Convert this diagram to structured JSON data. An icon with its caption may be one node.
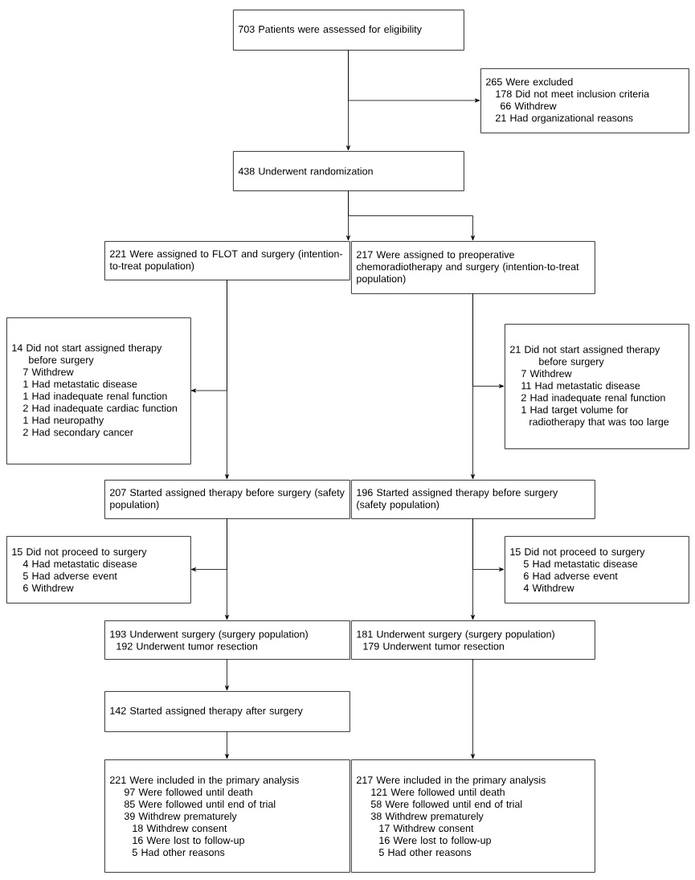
{
  "diagram": {
    "nodes": [
      {
        "text": [
          "703 Patients were assessed for eligibility"
        ]
      },
      {
        "text": [
          "265 Were excluded",
          "178 Did not meet inclusion criteria",
          "66 Withdrew",
          "21 Had organizational reasons"
        ]
      },
      {
        "text": [
          "438 Underwent randomization"
        ]
      },
      {
        "text": [
          "221 Were assigned to FLOT and surgery (intention-to-treat population)"
        ]
      },
      {
        "text": [
          "217 Were assigned to preoperative chemoradiotherapy and surgery (intention-to-treat population)"
        ]
      },
      {
        "text": [
          "14 Did not start assigned therapy before surgery",
          "7 Withdrew",
          "1 Had metastatic disease",
          "1 Had inadequate renal function",
          "2 Had inadequate cardiac function",
          "1 Had neuropathy",
          "2 Had secondary cancer"
        ]
      },
      {
        "text": [
          "21 Did not start assigned therapy before surgery",
          "7 Withdrew",
          "11 Had metastatic disease",
          "2 Had inadequate renal function",
          "1 Had target volume for radiotherapy that was too large"
        ]
      },
      {
        "text": [
          "207 Started assigned therapy before surgery (safety population)"
        ]
      },
      {
        "text": [
          "196 Started assigned therapy before surgery (safety population)"
        ]
      },
      {
        "text": [
          "15 Did not proceed to surgery",
          "4 Had metastatic disease",
          "5 Had adverse event",
          "6 Withdrew"
        ]
      },
      {
        "text": [
          "15 Did not proceed to surgery",
          "5 Had metastatic disease",
          "6 Had adverse event",
          "4 Withdrew"
        ]
      },
      {
        "text": [
          "193 Underwent surgery (surgery population)",
          "192 Underwent tumor resection"
        ]
      },
      {
        "text": [
          "181 Underwent surgery (surgery population)",
          "179 Underwent tumor resection"
        ]
      },
      {
        "text": [
          "142 Started assigned therapy after surgery"
        ]
      },
      {
        "text": [
          "221 Were included in the primary analysis",
          "97 Were followed until death",
          "85 Were followed until end of trial",
          "39 Withdrew prematurely",
          "18 Withdrew consent",
          "16 Were lost to follow-up",
          "5 Had other reasons"
        ]
      },
      {
        "text": [
          "217 Were included in the primary analysis",
          "121 Were followed until death",
          "58 Were followed until end of trial",
          "38 Withdrew prematurely",
          "17 Withdrew consent",
          "16 Were lost to follow-up",
          "5 Had other reasons"
        ]
      }
    ],
    "edges": [
      {
        "from": 0,
        "to": 2,
        "arrow": "to"
      },
      {
        "from": 0,
        "to": 1,
        "arrow": "to"
      },
      {
        "from": 2,
        "to": 3,
        "arrow": "to"
      },
      {
        "from": 2,
        "to": 4,
        "arrow": "to"
      },
      {
        "from": 3,
        "to": 5,
        "arrow": "to"
      },
      {
        "from": 3,
        "to": 7,
        "arrow": "to"
      },
      {
        "from": 4,
        "to": 6,
        "arrow": "to"
      },
      {
        "from": 4,
        "to": 8,
        "arrow": "to"
      },
      {
        "from": 7,
        "to": 9,
        "arrow": "to"
      },
      {
        "from": 7,
        "to": 11,
        "arrow": "to"
      },
      {
        "from": 8,
        "to": 10,
        "arrow": "to"
      },
      {
        "from": 8,
        "to": 12,
        "arrow": "to"
      },
      {
        "from": 11,
        "to": 13,
        "arrow": "to"
      },
      {
        "from": 13,
        "to": 14,
        "arrow": "to"
      },
      {
        "from": 12,
        "to": 15,
        "arrow": "to"
      }
    ]
  }
}
